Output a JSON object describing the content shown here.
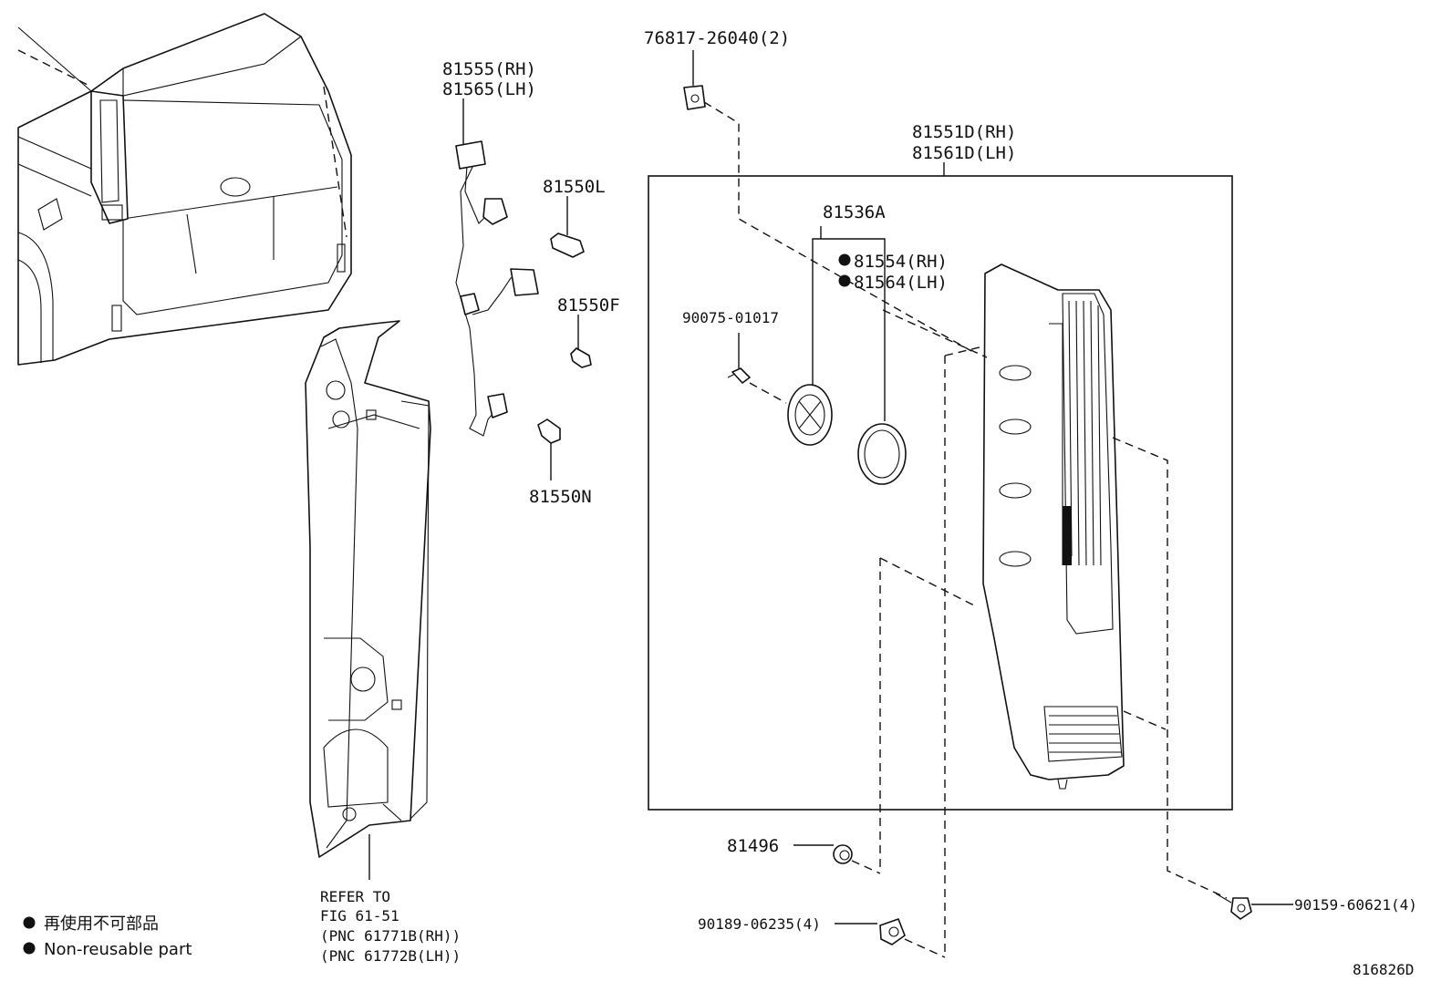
{
  "labels": {
    "p_76817": "76817-26040(2)",
    "p_81555": "81555(RH)",
    "p_81565": "81565(LH)",
    "p_81550L": "81550L",
    "p_81550F": "81550F",
    "p_81550N": "81550N",
    "p_81551D": "81551D(RH)",
    "p_81561D": "81561D(LH)",
    "p_81536A": "81536A",
    "p_81554": "81554(RH)",
    "p_81564": "81564(LH)",
    "p_90075": "90075-01017",
    "p_81496": "81496",
    "p_90189": "90189-06235(4)",
    "p_90159": "90159-60621(4)",
    "refer_1": "REFER TO",
    "refer_2": "FIG 61-51",
    "refer_3": "(PNC 61771B(RH))",
    "refer_4": "(PNC 61772B(LH))",
    "diagram_id": "816826D"
  },
  "legend": {
    "line_ja": "再使用不可部品",
    "line_en": "Non-reusable part"
  },
  "colors": {
    "ink": "#111111",
    "background": "#ffffff"
  }
}
